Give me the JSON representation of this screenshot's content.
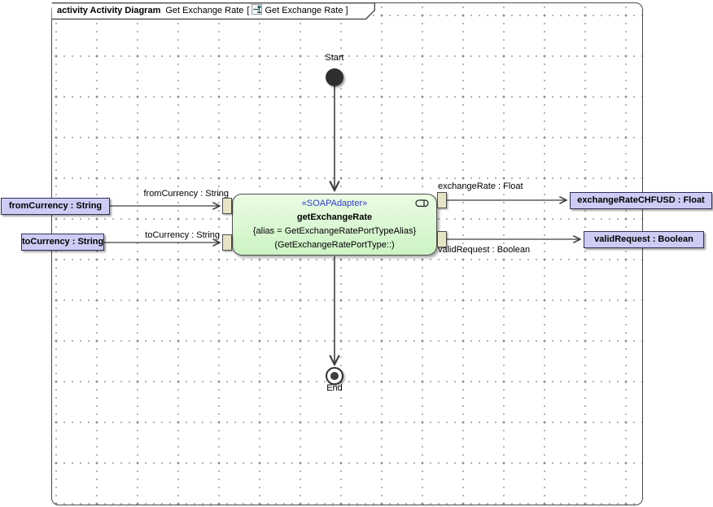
{
  "frame": {
    "title_bold": "activity Activity Diagram",
    "title_name": "Get Exchange Rate",
    "open_bracket": "[",
    "context_name": "Get Exchange Rate",
    "close_bracket": "]"
  },
  "start": {
    "label": "Start"
  },
  "end": {
    "label": "End"
  },
  "action": {
    "stereotype": "«SOAPAdapter»",
    "name": "getExchangeRate",
    "alias": "{alias = GetExchangeRatePortTypeAlias}",
    "behavior": "(GetExchangeRatePortType::)"
  },
  "parameters": {
    "left": [
      {
        "label": "fromCurrency : String"
      },
      {
        "label": "toCurrency : String"
      }
    ],
    "right": [
      {
        "label": "exchangeRateCHFUSD : Float"
      },
      {
        "label": "validRequest : Boolean"
      }
    ]
  },
  "edge_labels": {
    "from_currency": "fromCurrency : String",
    "to_currency": "toCurrency : String",
    "exchange_rate": "exchangeRate : Float",
    "valid_request": "validRequest : Boolean"
  },
  "colors": {
    "action_fill_top": "#EAFCE4",
    "action_fill_bottom": "#CDF3C4",
    "action_border": "#4E4E4E",
    "parameter_fill": "#CCCCF4",
    "parameter_border": "#31315C",
    "stereotype_text": "#3038C8",
    "pin_fill": "#E7E3C5",
    "edge": "#3F3F3F",
    "grid_dot": "#9E9E9E"
  }
}
